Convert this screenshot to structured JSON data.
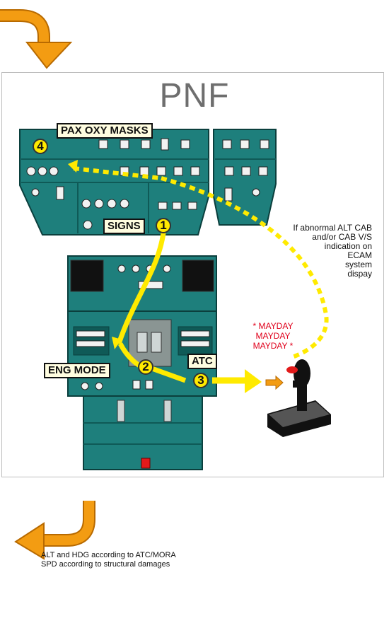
{
  "title": "PNF",
  "labels": {
    "pax_oxy_masks": "PAX OXY MASKS",
    "signs": "SIGNS",
    "eng_mode": "ENG MODE",
    "atc": "ATC"
  },
  "steps": [
    "1",
    "2",
    "3",
    "4"
  ],
  "note_lines": [
    "If abnormal ALT CAB",
    "and/or CAB V/S",
    "indication on",
    "ECAM",
    "system",
    "dispay"
  ],
  "mayday_lines": [
    "* MAYDAY",
    "MAYDAY",
    "MAYDAY *"
  ],
  "caption_lines": [
    "ALT and HDG according to ATC/MORA",
    "SPD according to structural damages"
  ],
  "colors": {
    "panel_teal": "#1e7f7c",
    "panel_dark": "#0f5a57",
    "flow_yellow": "#ffea00",
    "orange_arrow": "#f39c12",
    "mayday_red": "#e0001b"
  }
}
